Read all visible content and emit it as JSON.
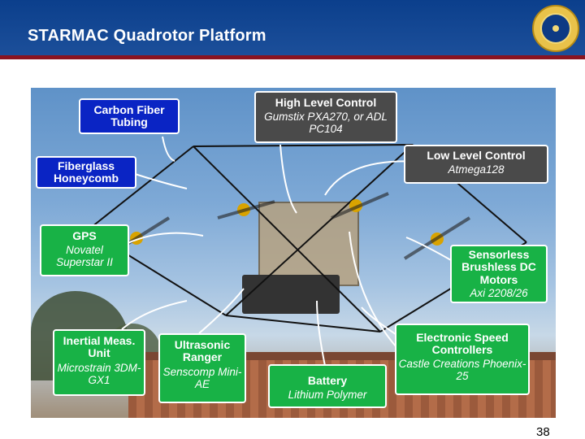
{
  "slide": {
    "title": "STARMAC Quadrotor Platform",
    "page_number": "38"
  },
  "labels": {
    "carbon_fiber": {
      "title": "Carbon Fiber Tubing"
    },
    "high_level": {
      "title": "High Level Control",
      "sub": "Gumstix PXA270, or ADL PC104"
    },
    "fiberglass": {
      "title": "Fiberglass Honeycomb"
    },
    "low_level": {
      "title": "Low Level Control",
      "sub": "Atmega128"
    },
    "gps": {
      "title": "GPS",
      "sub": "Novatel Superstar II"
    },
    "motors": {
      "title": "Sensorless Brushless DC Motors",
      "sub": "Axi 2208/26"
    },
    "imu": {
      "title": "Inertial Meas. Unit",
      "sub": "Microstrain 3DM-GX1"
    },
    "ultrasonic": {
      "title": "Ultrasonic Ranger",
      "sub": "Senscomp Mini-AE"
    },
    "battery": {
      "title": "Battery",
      "sub": "Lithium Polymer"
    },
    "esc": {
      "title": "Electronic Speed Controllers",
      "sub": "Castle Creations Phoenix-25"
    }
  },
  "colors": {
    "header": "#0b3f8c",
    "accent_rule": "#8a1420",
    "blue_label": "#0a24c4",
    "green_label": "#18b246",
    "gray_label": "#4a4a4a"
  }
}
